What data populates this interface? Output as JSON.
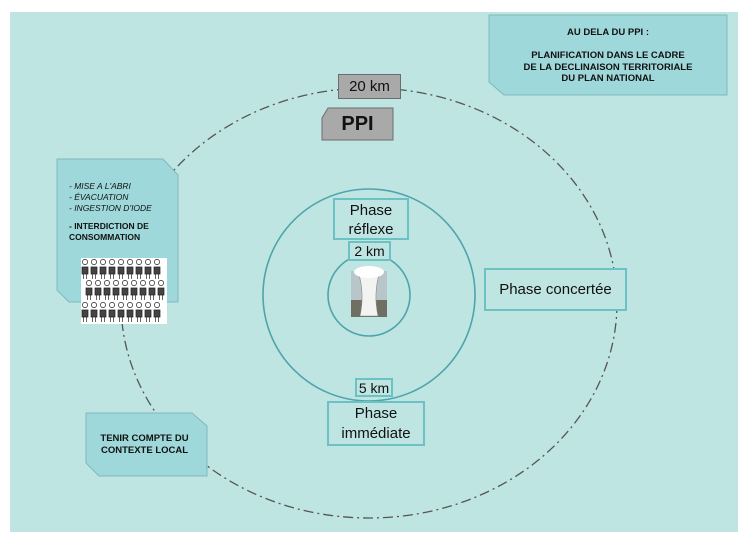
{
  "top_note": {
    "title": "AU DELA DU PPI :",
    "body": "PLANIFICATION DANS LE CADRE\nDE LA DECLINAISON TERRITORIALE\nDU PLAN NATIONAL"
  },
  "outer_ring": {
    "distance": "20 km",
    "name": "PPI",
    "phase": "Phase concertée"
  },
  "middle_ring": {
    "distance": "5 km",
    "phase": "Phase\nimmédiate"
  },
  "inner_ring": {
    "distance": "2 km",
    "phase": "Phase\nréflexe"
  },
  "left_note": {
    "items": [
      "- MISE A L'ABRI",
      "- ÉVACUATION",
      "- INGESTION D'IODE"
    ],
    "bold_item": "- INTERDICTION DE\nCONSOMMATION"
  },
  "bottom_note": {
    "text": "TENIR COMPTE DU\nCONTEXTE LOCAL"
  },
  "colors": {
    "background": "#bfe5e3",
    "ring": "#4fa4ab",
    "note": "#9fd8da",
    "gray_label": "#a9a9a9"
  }
}
